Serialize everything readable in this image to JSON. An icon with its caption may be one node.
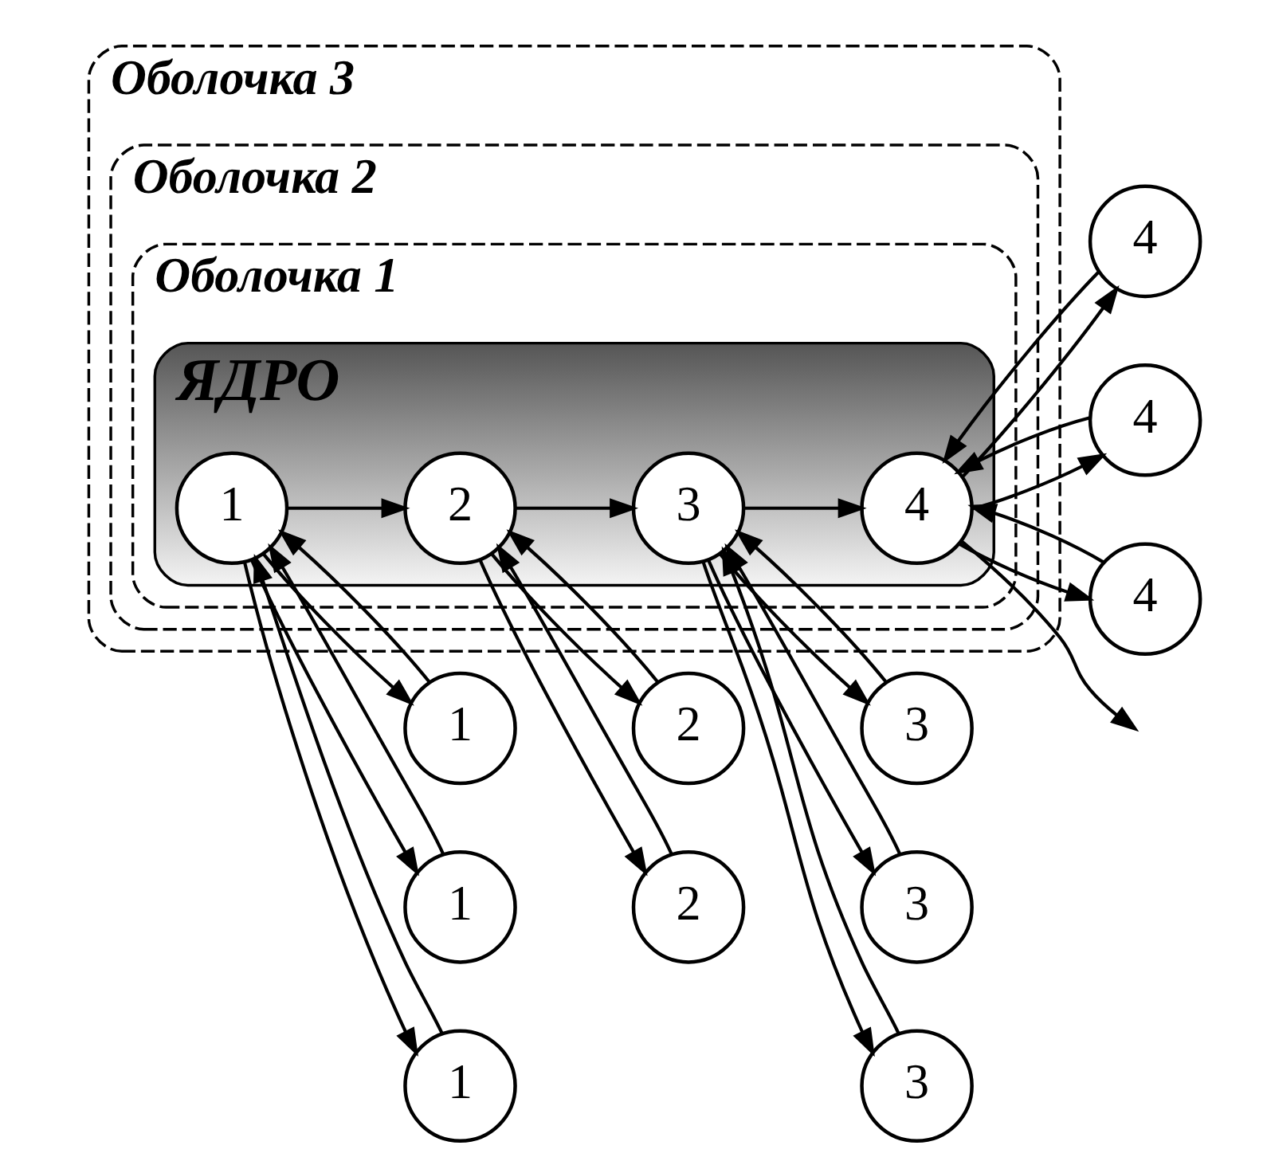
{
  "diagram": {
    "nodes": [
      {
        "text": [
          "Оболочка 3"
        ]
      },
      {
        "text": [
          "Оболочка 2"
        ],
        "in": 0
      },
      {
        "text": [
          "Оболочка 1"
        ],
        "in": 1
      },
      {
        "text": [
          "ЯДРО"
        ],
        "in": 2
      },
      {
        "text": [
          "2"
        ],
        "in": 3
      },
      {
        "text": [
          "3"
        ],
        "in": 3
      },
      {
        "text": [
          "4"
        ],
        "in": 3
      },
      {
        "text": [
          "1"
        ],
        "in": 3
      },
      {
        "text": [
          "3"
        ]
      },
      {
        "text": [
          "3"
        ]
      },
      {
        "text": [
          "2"
        ]
      },
      {
        "text": [
          "2"
        ]
      },
      {
        "text": [
          "3"
        ]
      },
      {
        "text": [
          "4"
        ]
      },
      {
        "text": [
          "1"
        ]
      },
      {
        "text": [
          "4"
        ]
      },
      {
        "text": [
          "1"
        ]
      },
      {
        "text": [
          "4"
        ]
      },
      {
        "text": [
          "1"
        ]
      }
    ],
    "edges": [
      {
        "from": 7,
        "to": 4,
        "arrow": "to"
      },
      {
        "from": 4,
        "to": 5,
        "arrow": "to"
      },
      {
        "from": 5,
        "to": 6,
        "arrow": "to"
      },
      {
        "from": 6,
        "to": null,
        "arrow": "to"
      },
      {
        "from": 4,
        "to": 10,
        "arrow": "to"
      },
      {
        "from": 10,
        "to": 4,
        "arrow": "to"
      },
      {
        "from": 4,
        "to": 11,
        "arrow": "to"
      },
      {
        "from": 11,
        "to": 4,
        "arrow": "to"
      },
      {
        "from": 12,
        "to": 5,
        "arrow": "to"
      },
      {
        "from": 5,
        "to": 12,
        "arrow": "to"
      },
      {
        "from": 8,
        "to": 5,
        "arrow": "to"
      },
      {
        "from": 5,
        "to": 8,
        "arrow": "to"
      },
      {
        "from": 9,
        "to": 5,
        "arrow": "to"
      },
      {
        "from": 5,
        "to": 9,
        "arrow": "to"
      },
      {
        "from": 6,
        "to": 13,
        "arrow": "to"
      },
      {
        "from": 13,
        "to": 6,
        "arrow": "to"
      },
      {
        "from": 6,
        "to": 15,
        "arrow": "to"
      },
      {
        "from": 15,
        "to": 6,
        "arrow": "to"
      },
      {
        "from": 6,
        "to": 17,
        "arrow": "to"
      },
      {
        "from": 17,
        "to": 6,
        "arrow": "to"
      },
      {
        "from": 7,
        "to": 14,
        "arrow": "to"
      },
      {
        "from": 14,
        "to": 7,
        "arrow": "to"
      },
      {
        "from": 7,
        "to": 16,
        "arrow": "to"
      },
      {
        "from": 16,
        "to": 7,
        "arrow": "to"
      },
      {
        "from": 7,
        "to": 18,
        "arrow": "to"
      },
      {
        "from": 18,
        "to": 7,
        "arrow": "to"
      }
    ]
  }
}
